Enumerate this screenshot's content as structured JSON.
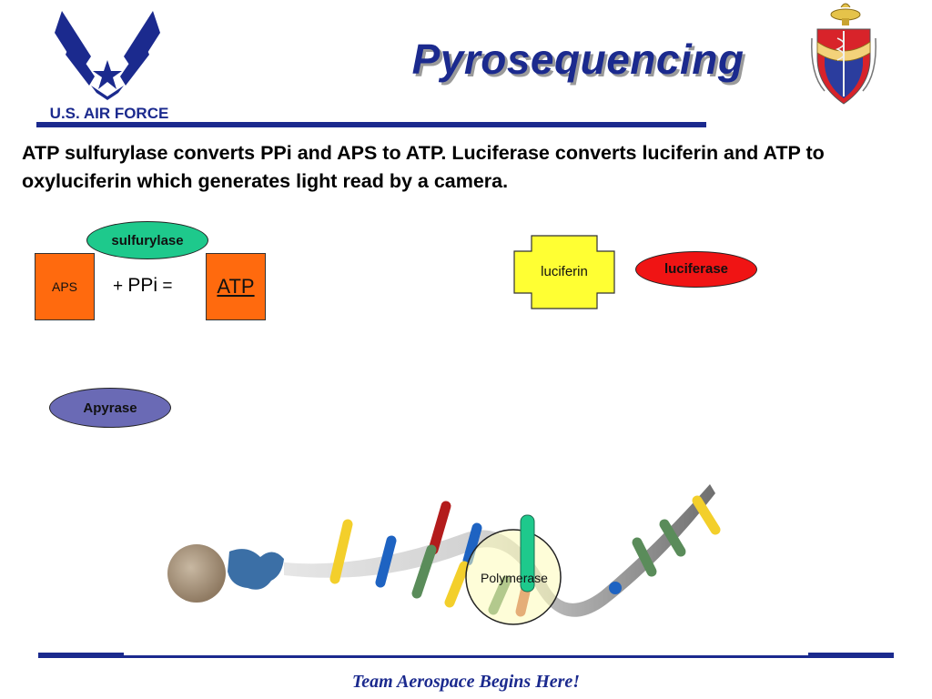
{
  "header": {
    "title": "Pyrosequencing",
    "logo_text": "U.S. AIR FORCE"
  },
  "description": "ATP sulfurylase converts PPi and APS to ATP.  Luciferase converts luciferin and ATP to oxyluciferin which generates light read by a camera.",
  "reaction": {
    "enzyme": "sulfurylase",
    "substrate": "APS",
    "plus": "+",
    "ppi": "PPi",
    "equals": "=",
    "product": "ATP"
  },
  "luciferin_label": "luciferin",
  "luciferase_label": "luciferase",
  "apyrase_label": "Apyrase",
  "polymerase_label": "Polymerase",
  "footer": {
    "slogan": "Team Aerospace Begins Here!"
  },
  "colors": {
    "brand_blue": "#1b2a8e",
    "sulfurylase_green": "#1ec98c",
    "box_orange": "#ff6a0e",
    "luciferin_yellow": "#ffff33",
    "luciferase_red": "#f01414",
    "apyrase_purple": "#6a6ab5"
  }
}
